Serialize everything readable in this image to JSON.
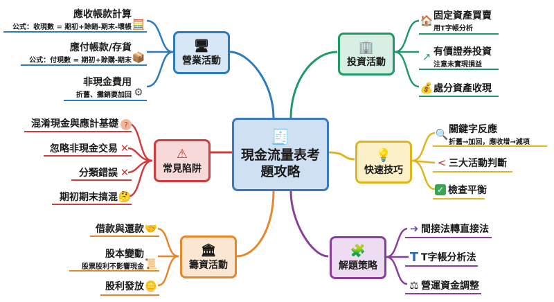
{
  "center": {
    "title_line1": "現金流量表考",
    "title_line2": "題攻略",
    "icon": "cash-document-magnifier-icon"
  },
  "branches": {
    "operating": {
      "label": "營業活動",
      "color": "#2b7bbd",
      "fill": "#d7e7f5",
      "icon": "cash-register-icon",
      "items": [
        {
          "title": "應收帳款計算",
          "sub": "公式：收現數 = 期初+賒銷-期末-壞帳",
          "icon": "calculator-icon"
        },
        {
          "title": "應付帳款/存貨",
          "sub": "公式：付現數 = 期初+賒購-期末",
          "icon": "boxes-icon"
        },
        {
          "title": "非現金費用",
          "sub": "折舊、攤銷要加回",
          "icon": "gear-icon"
        }
      ]
    },
    "investing": {
      "label": "投資活動",
      "color": "#1f9a66",
      "fill": "#d8efe3",
      "icon": "building-chart-icon",
      "items": [
        {
          "title": "固定資產買賣",
          "sub": "用T字帳分析",
          "icon": "house-icon"
        },
        {
          "title": "有價證券投資",
          "sub": "注意未實現損益",
          "icon": "trend-up-icon"
        },
        {
          "title": "處分資產收現",
          "sub": "",
          "icon": "money-bag-icon"
        }
      ]
    },
    "pitfalls": {
      "label": "常見陷阱",
      "color": "#d23b3b",
      "fill": "#f7d9d9",
      "icon": "warning-icon",
      "items": [
        {
          "title": "混淆現金與應計基礎",
          "icon": "question-icon"
        },
        {
          "title": "忽略非現金交易",
          "icon": "cross-icon"
        },
        {
          "title": "分類錯誤",
          "icon": "cross-icon"
        },
        {
          "title": "期初期末搞混",
          "icon": "thinking-face-icon"
        }
      ]
    },
    "tips": {
      "label": "快速技巧",
      "color": "#e0b51c",
      "fill": "#fbf0c8",
      "icon": "lightbulb-icon",
      "items": [
        {
          "title": "關鍵字反應",
          "sub": "折舊→加回，應收增→減項",
          "icon": "magnifier-icon"
        },
        {
          "title": "三大活動判斷",
          "sub": "",
          "icon": "share-icon"
        },
        {
          "title": "檢查平衡",
          "sub": "",
          "icon": "checkbox-icon"
        }
      ]
    },
    "financing": {
      "label": "籌資活動",
      "color": "#e8862a",
      "fill": "#fbe6d2",
      "icon": "bank-icon",
      "items": [
        {
          "title": "借款與還款",
          "sub": "",
          "icon": "handshake-icon"
        },
        {
          "title": "股本變動",
          "sub": "股票股利不影響現金",
          "icon": "certificate-icon"
        },
        {
          "title": "股利發放",
          "sub": "",
          "icon": "coins-icon"
        }
      ]
    },
    "strategy": {
      "label": "解題策略",
      "color": "#8a3e9c",
      "fill": "#eedcf2",
      "icon": "puzzle-icon",
      "items": [
        {
          "title": "間接法轉直接法",
          "icon": "arrow-right-icon"
        },
        {
          "title": "T字帳分析法",
          "icon": "t-account-icon"
        },
        {
          "title": "營運資金調整",
          "icon": "scale-icon"
        }
      ]
    }
  }
}
